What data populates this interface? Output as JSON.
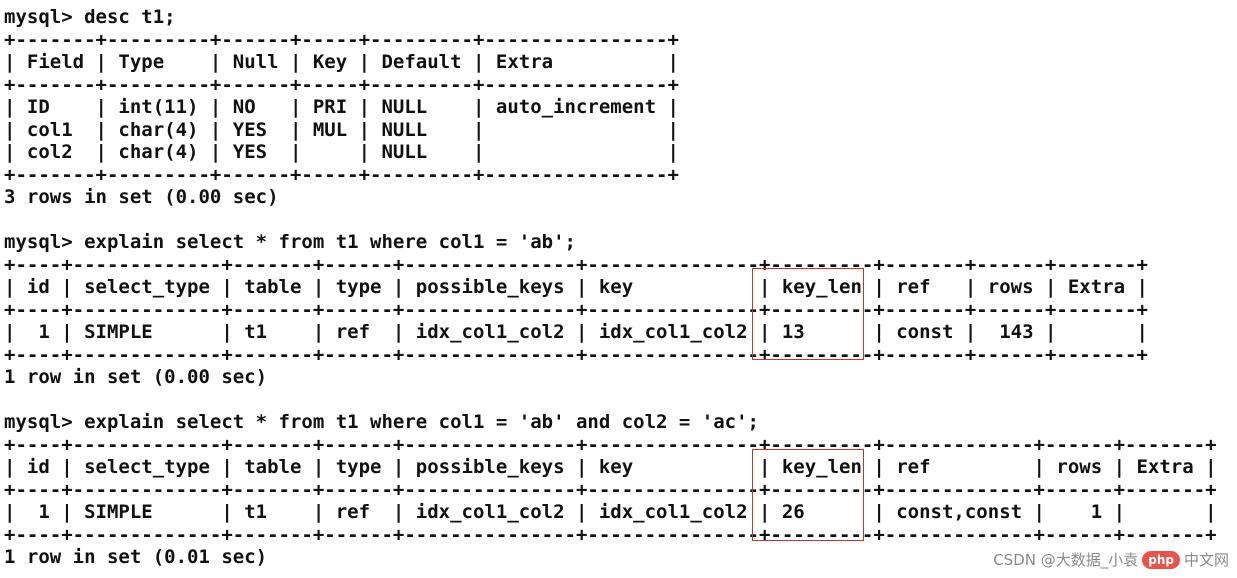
{
  "terminal": {
    "lines": [
      "mysql> desc t1;",
      "+-------+---------+------+-----+---------+----------------+",
      "| Field | Type    | Null | Key | Default | Extra          |",
      "+-------+---------+------+-----+---------+----------------+",
      "| ID    | int(11) | NO   | PRI | NULL    | auto_increment |",
      "| col1  | char(4) | YES  | MUL | NULL    |                |",
      "| col2  | char(4) | YES  |     | NULL    |                |",
      "+-------+---------+------+-----+---------+----------------+",
      "3 rows in set (0.00 sec)",
      "",
      "mysql> explain select * from t1 where col1 = 'ab';",
      "+----+-------------+-------+------+---------------+---------------+---------+-------+------+-------+",
      "| id | select_type | table | type | possible_keys | key           | key_len | ref   | rows | Extra |",
      "+----+-------------+-------+------+---------------+---------------+---------+-------+------+-------+",
      "|  1 | SIMPLE      | t1    | ref  | idx_col1_col2 | idx_col1_col2 | 13      | const |  143 |       |",
      "+----+-------------+-------+------+---------------+---------------+---------+-------+------+-------+",
      "1 row in set (0.00 sec)",
      "",
      "mysql> explain select * from t1 where col1 = 'ab' and col2 = 'ac';",
      "+----+-------------+-------+------+---------------+---------------+---------+-------------+------+-------+",
      "| id | select_type | table | type | possible_keys | key           | key_len | ref         | rows | Extra |",
      "+----+-------------+-------+------+---------------+---------------+---------+-------------+------+-------+",
      "|  1 | SIMPLE      | t1    | ref  | idx_col1_col2 | idx_col1_col2 | 26      | const,const |    1 |       |",
      "+----+-------------+-------+------+---------------+---------------+---------+-------------+------+-------+",
      "1 row in set (0.01 sec)"
    ]
  },
  "watermark": {
    "text": "CSDN @大数据_小袁",
    "logo_text": "php",
    "logo_caption": "中文网"
  },
  "colors": {
    "highlight": "#c0392b",
    "text": "#111111",
    "background": "#ffffff"
  }
}
